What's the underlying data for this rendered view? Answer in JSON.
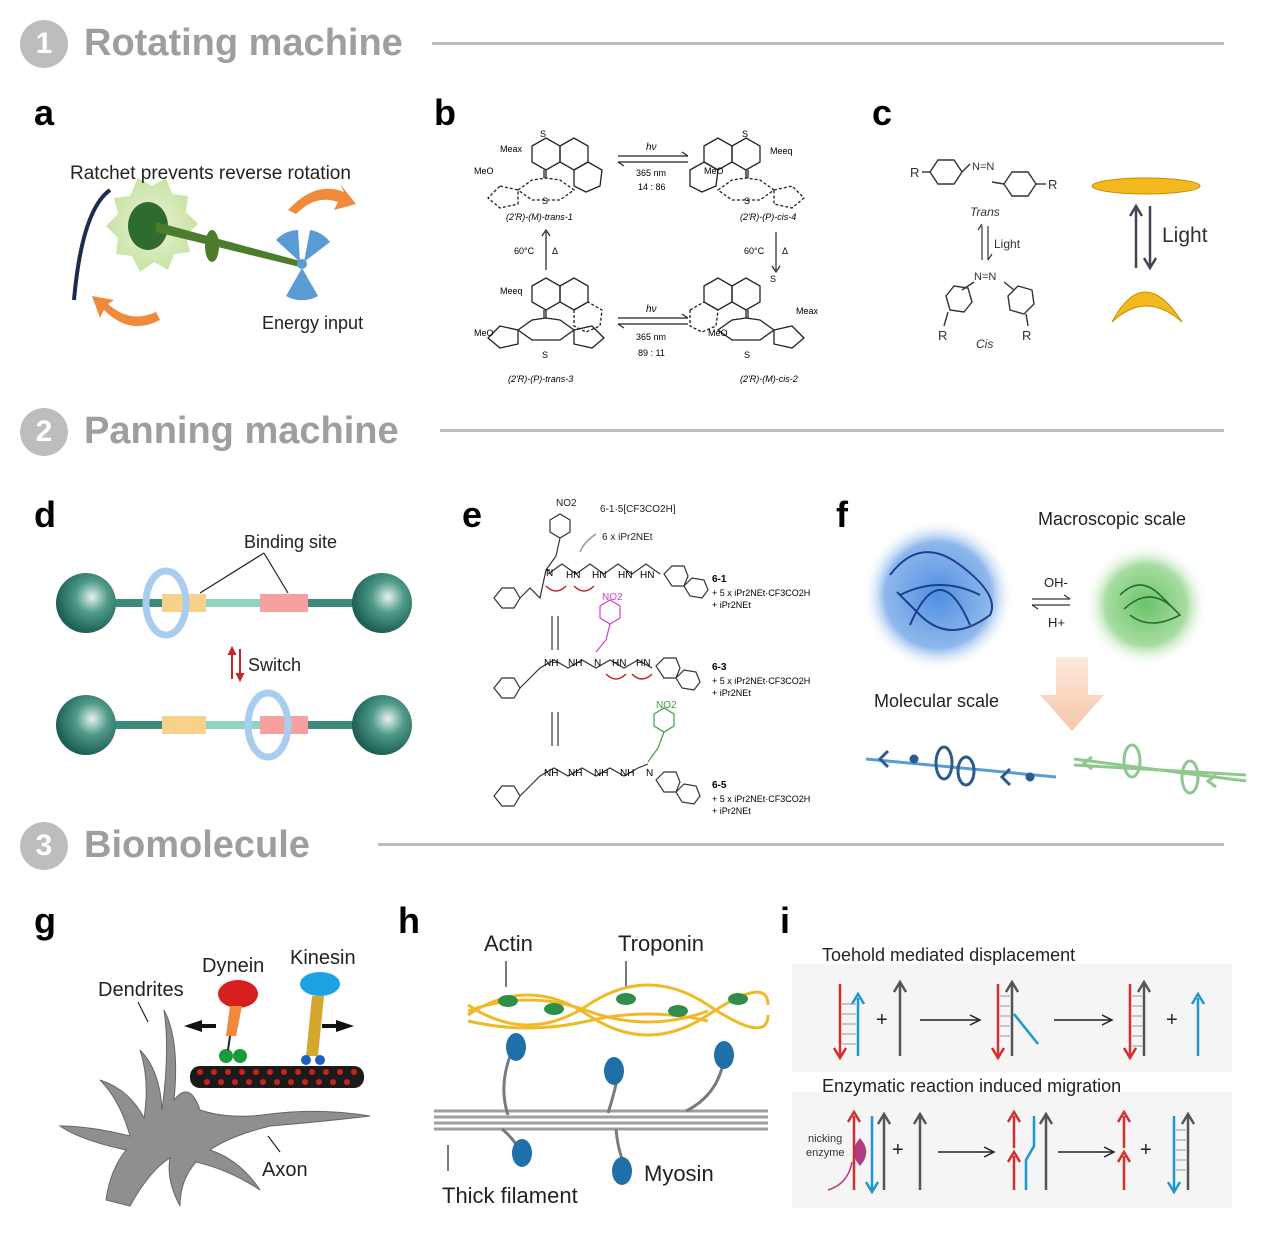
{
  "sections": [
    {
      "num": "1",
      "title": "Rotating machine"
    },
    {
      "num": "2",
      "title": "Panning machine"
    },
    {
      "num": "3",
      "title": "Biomolecule"
    }
  ],
  "panels": {
    "a": {
      "label": "a",
      "ratchet": "Ratchet prevents reverse rotation",
      "energy": "Energy input"
    },
    "b": {
      "label": "b",
      "hv1": "hν",
      "nm1": "365 nm",
      "ratio1": "14 : 86",
      "hv2": "hν",
      "nm2": "365 nm",
      "ratio2": "89 : 11",
      "temp1": "60°C",
      "delta1": "Δ",
      "temp2": "60°C",
      "delta2": "Δ",
      "c1": "(2'R)-(M)-trans-1",
      "c4": "(2'R)-(P)-cis-4",
      "c3": "(2'R)-(P)-trans-3",
      "c2": "(2'R)-(M)-cis-2",
      "meax": "Meax",
      "meeq": "Meeq",
      "meo": "MeO",
      "s": "S"
    },
    "c": {
      "label": "c",
      "trans": "Trans",
      "cis": "Cis",
      "light_small": "Light",
      "light": "Light",
      "r": "R",
      "nn": "N=N"
    },
    "d": {
      "label": "d",
      "binding": "Binding site",
      "switch": "Switch"
    },
    "e": {
      "label": "e",
      "no2": "NO2",
      "reagent": "6-1·5[CF3CO2H]",
      "base": "6 x iPr2NEt",
      "n1": "6-1",
      "n3": "6-3",
      "n5": "6-5",
      "salt": "+ 5 x iPr2NEt·CF3CO2H",
      "free": "+ iPr2NEt",
      "hn": "HN",
      "nh": "NH",
      "n": "N"
    },
    "f": {
      "label": "f",
      "macro": "Macroscopic scale",
      "oh": "OH-",
      "h": "H+",
      "molecular": "Molecular scale"
    },
    "g": {
      "label": "g",
      "dynein": "Dynein",
      "kinesin": "Kinesin",
      "dendrites": "Dendrites",
      "axon": "Axon"
    },
    "h": {
      "label": "h",
      "actin": "Actin",
      "troponin": "Troponin",
      "thick": "Thick filament",
      "myosin": "Myosin"
    },
    "i": {
      "label": "i",
      "toehold": "Toehold mediated displacement",
      "enzymatic": "Enzymatic reaction induced migration",
      "nicking1": "nicking",
      "nicking2": "enzyme",
      "plus": "+"
    }
  }
}
